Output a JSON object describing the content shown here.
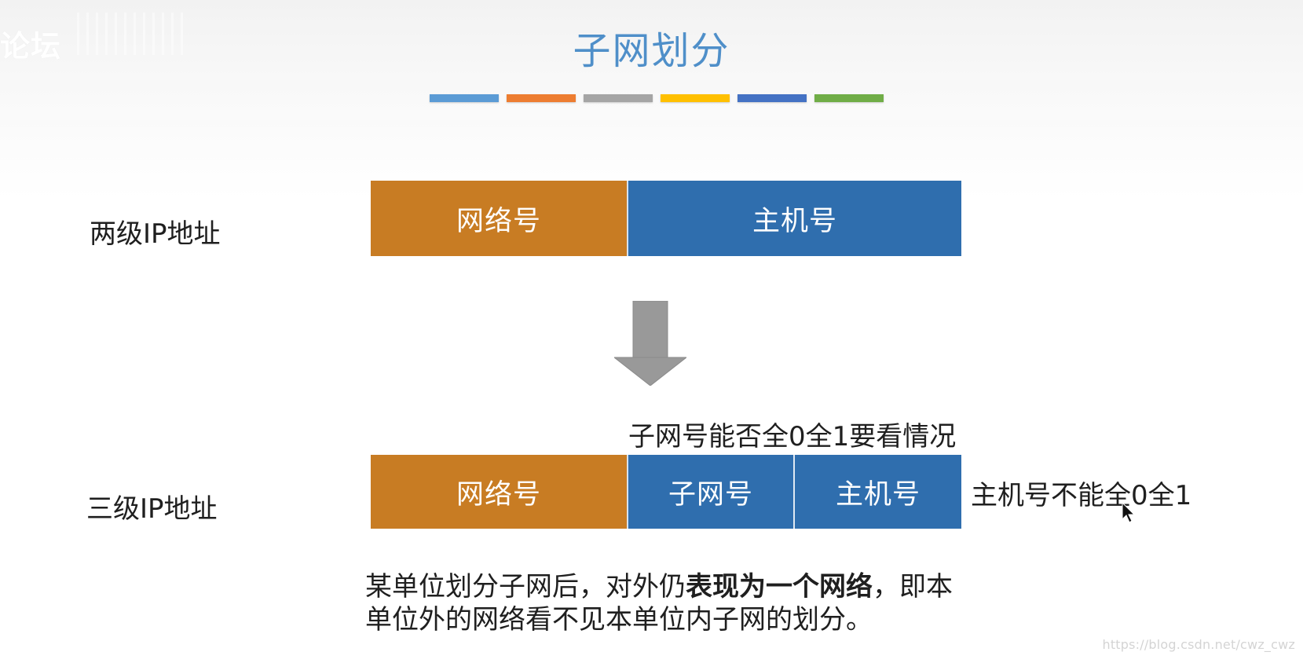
{
  "watermark": {
    "top_text": "论坛",
    "bottom_text": "https://blog.csdn.net/cwz_cwz"
  },
  "slide": {
    "title": "子网划分",
    "title_bar_colors": [
      "#5b9bd5",
      "#ed7d31",
      "#a5a5a5",
      "#ffc000",
      "#4472c4",
      "#70ad47"
    ]
  },
  "two_level": {
    "label": "两级IP地址",
    "network_label": "网络号",
    "host_label": "主机号"
  },
  "arrow": {
    "icon": "down-arrow-icon",
    "color": "#999999"
  },
  "three_level": {
    "label": "三级IP地址",
    "network_label": "网络号",
    "subnet_label": "子网号",
    "host_label": "主机号",
    "subnet_note": "子网号能否全0全1要看情况",
    "host_note": "主机号不能全0全1"
  },
  "description": {
    "part1": "某单位划分子网后，对外仍",
    "emphasis": "表现为一个网络",
    "part2": "，即本单位外的网络看不见本单位内子网的划分。"
  },
  "colors": {
    "title": "#4f8fc9",
    "network": "#c87c23",
    "host": "#2f6eae"
  }
}
